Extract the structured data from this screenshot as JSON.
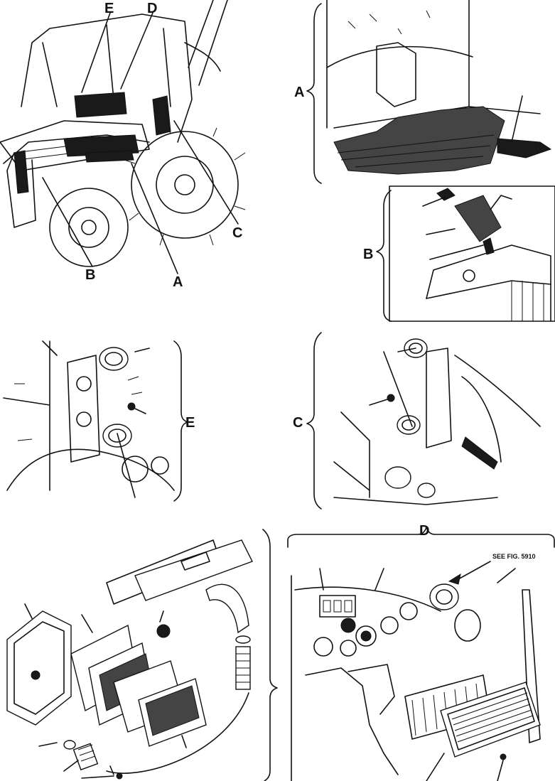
{
  "labels": {
    "overview": {
      "e": "E",
      "d": "D",
      "b": "B",
      "a": "A",
      "c": "C"
    },
    "detail_a": "A",
    "detail_b": "B",
    "detail_e": "E",
    "detail_c": "C",
    "detail_d": "D"
  },
  "reference_note": "SEE FIG. 5910"
}
